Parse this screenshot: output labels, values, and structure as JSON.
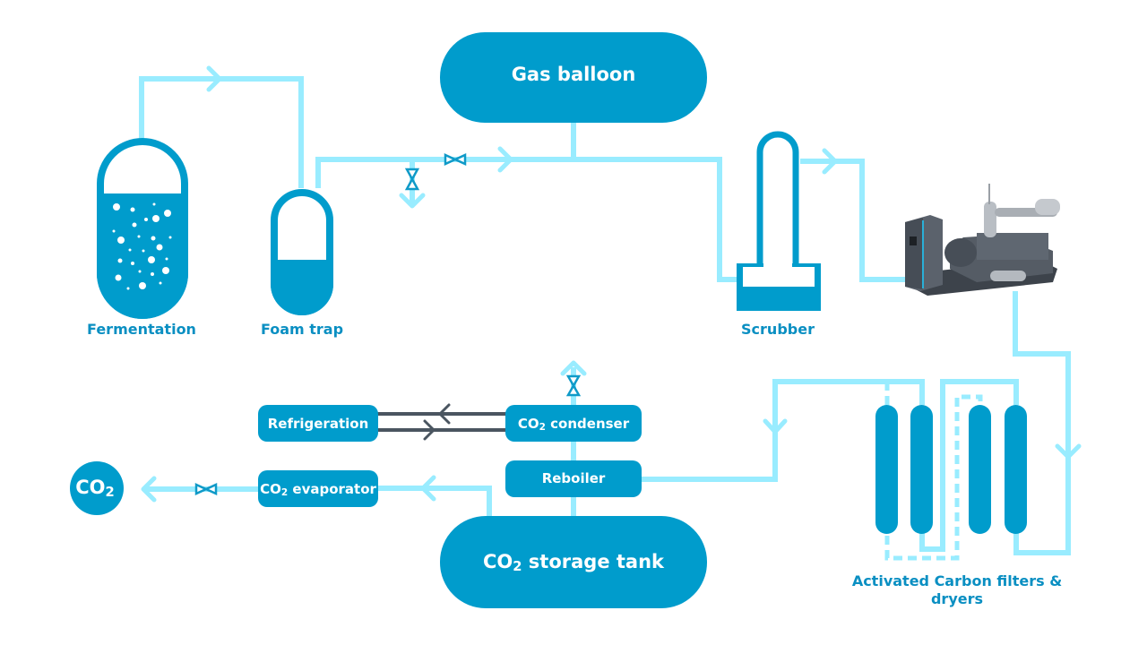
{
  "diagram": {
    "title": "CO2 recovery process",
    "colors": {
      "vessel": "#009ccc",
      "pipe": "#99ecff",
      "label": "#0a8fc2",
      "refrigerant_pipe": "#4a5560"
    },
    "nodes": {
      "fermentation": {
        "label": "Fermentation"
      },
      "foam_trap": {
        "label": "Foam trap"
      },
      "gas_balloon": {
        "label": "Gas balloon"
      },
      "scrubber": {
        "label": "Scrubber"
      },
      "compressor": {
        "label": ""
      },
      "filters": {
        "label_line1": "Activated Carbon filters &",
        "label_line2": "dryers"
      },
      "refrigeration": {
        "label": "Refrigeration"
      },
      "co2_condenser": {
        "label_prefix": "CO",
        "label_sub": "2",
        "label_suffix": " condenser"
      },
      "reboiler": {
        "label": "Reboiler"
      },
      "co2_evaporator": {
        "label_prefix": "CO",
        "label_sub": "2",
        "label_suffix": " evaporator"
      },
      "co2_storage_tank": {
        "label_prefix": "CO",
        "label_sub": "2",
        "label_suffix": " storage tank"
      },
      "co2_output": {
        "label_prefix": "CO",
        "label_sub": "2"
      }
    },
    "flow": [
      "Fermentation -> Foam trap",
      "Foam trap -> Gas balloon / Scrubber",
      "Scrubber -> Compressor",
      "Compressor -> Activated Carbon filters & dryers",
      "Filters -> Reboiler",
      "Reboiler -> CO2 condenser",
      "CO2 condenser <-> Refrigeration",
      "CO2 storage tank -> CO2 evaporator",
      "CO2 evaporator -> CO2"
    ]
  }
}
